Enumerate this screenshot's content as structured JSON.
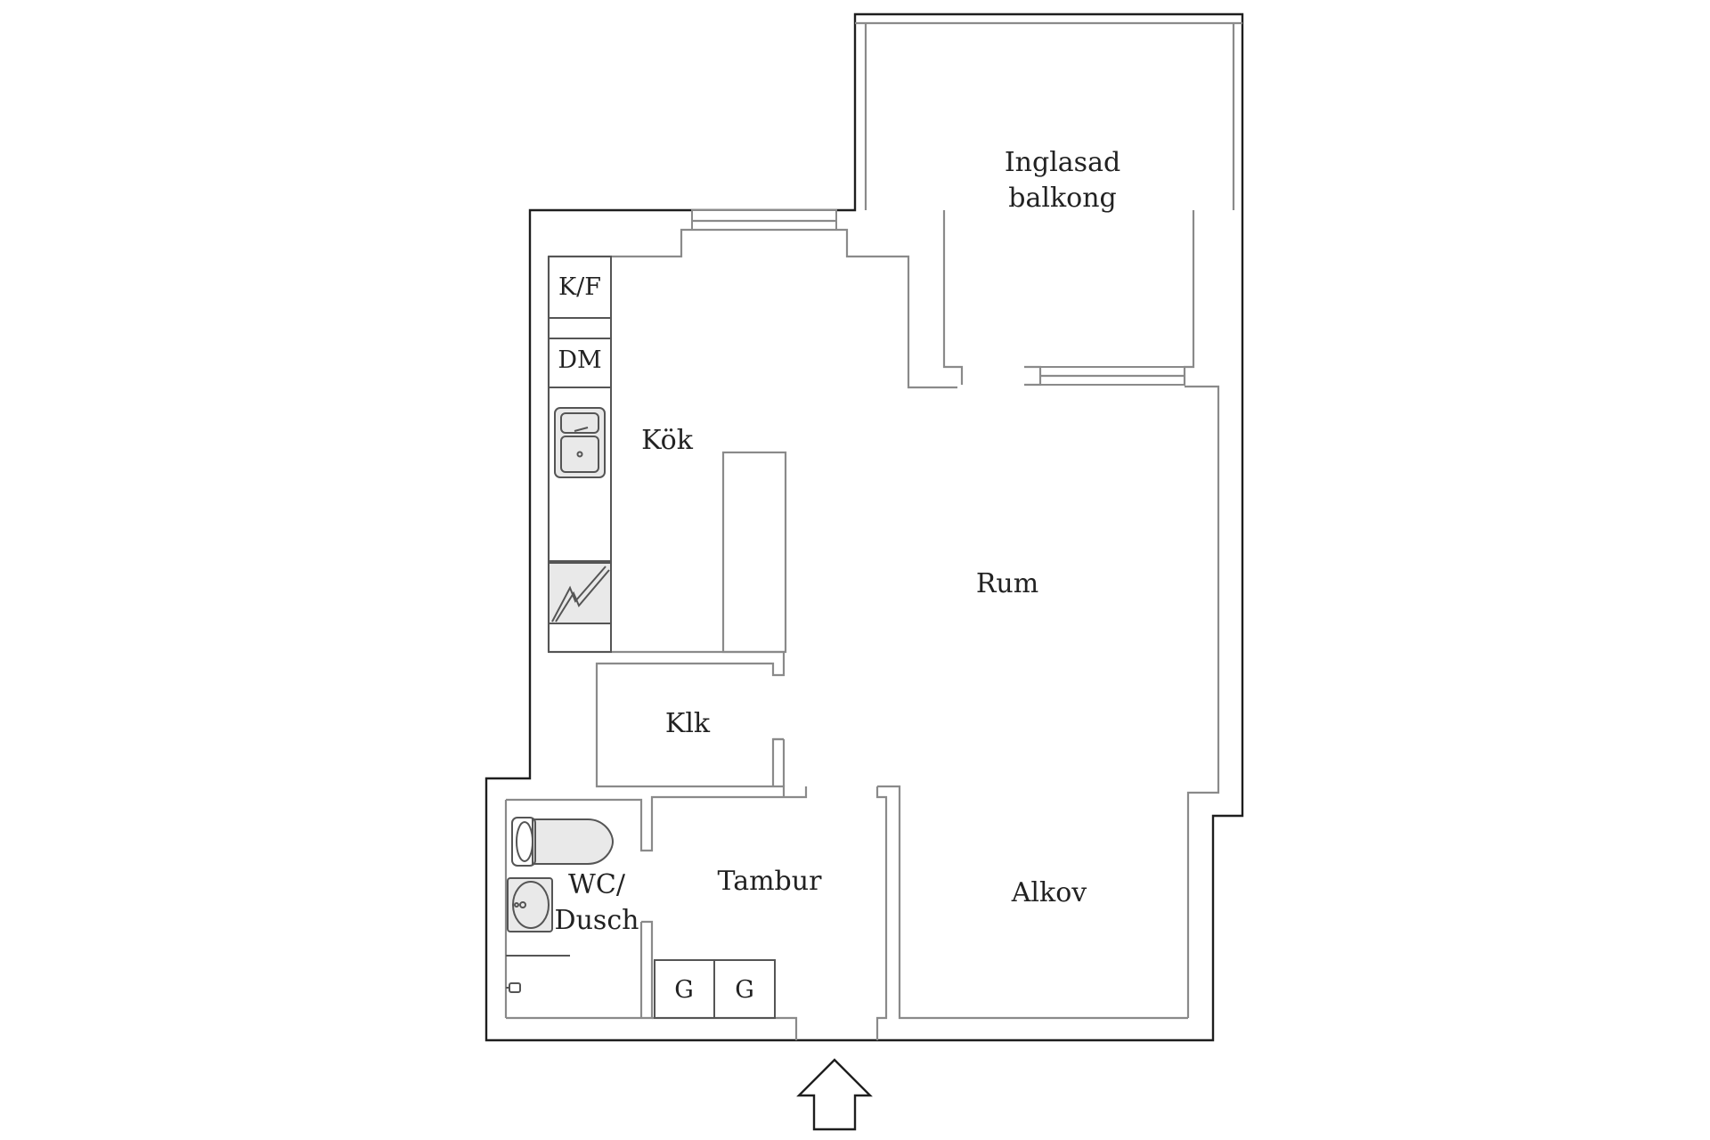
{
  "rooms": {
    "balcony": [
      "Inglasad",
      "balkong"
    ],
    "kitchen": "Kök",
    "living": "Rum",
    "closet": "Klk",
    "bathroom": [
      "WC/",
      "Dusch"
    ],
    "hall": "Tambur",
    "alcove": "Alkov"
  },
  "appliances": {
    "fridge_freezer": "K/F",
    "dishwasher": "DM",
    "wardrobe_1": "G",
    "wardrobe_2": "G"
  },
  "icons": {
    "sink": "kitchen-sink-icon",
    "stove": "stove-icon",
    "toilet": "toilet-icon",
    "washbasin": "washbasin-icon",
    "shower": "shower-icon",
    "entrance": "entrance-arrow-icon"
  }
}
